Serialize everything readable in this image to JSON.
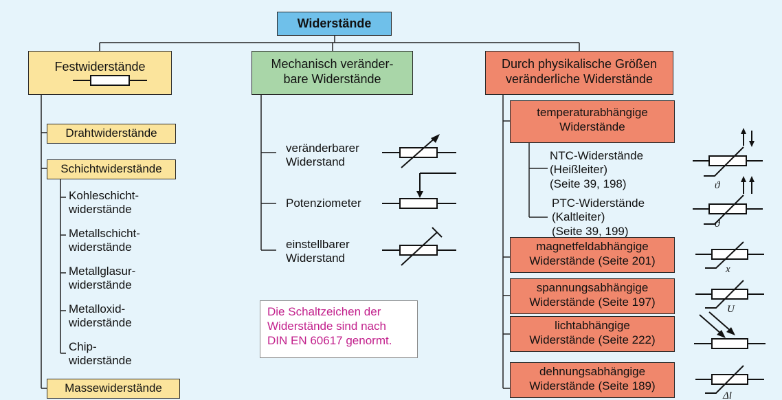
{
  "root": {
    "title": "Widerstände"
  },
  "categories": {
    "fixed": {
      "title": "Festwiderstände"
    },
    "mechanical": {
      "title": "Mechanisch veränder-\nbare Widerstände"
    },
    "physical": {
      "title": "Durch physikalische Größen\nveränderliche Widerstände"
    }
  },
  "fixed_items": {
    "wire": "Drahtwiderstände",
    "film": "Schichtwiderstände",
    "film_subtypes": [
      "Kohleschicht-\nwiderstände",
      "Metallschicht-\nwiderstände",
      "Metallglasur-\nwiderstände",
      "Metalloxid-\nwiderstände",
      "Chip-\nwiderstände"
    ],
    "mass": "Massewiderstände"
  },
  "mechanical_items": [
    {
      "label": "veränderbarer\nWiderstand",
      "symbol": "variable-resistor"
    },
    {
      "label": "Potenziometer",
      "symbol": "potentiometer"
    },
    {
      "label": "einstellbarer\nWiderstand",
      "symbol": "preset-resistor"
    }
  ],
  "note": "Die Schaltzeichen der\nWiderstände sind nach\nDIN EN 60617 genormt.",
  "physical_items": {
    "temperature": {
      "title": "temperaturabhängige\nWiderstände",
      "ntc": {
        "label": "NTC-Widerstände\n(Heißleiter)\n(Seite 39, 198)",
        "symbol_letter": "ϑ"
      },
      "ptc": {
        "label": "PTC-Widerstände\n(Kaltleiter)\n(Seite 39, 199)",
        "symbol_letter": "ϑ"
      }
    },
    "magnetic": {
      "label": "magnetfeldabhängige\nWiderstände (Seite 201)",
      "symbol_letter": "x"
    },
    "voltage": {
      "label": "spannungsabhängige\nWiderstände (Seite 197)",
      "symbol_letter": "U"
    },
    "light": {
      "label": "lichtabhängige\nWiderstände (Seite 222)"
    },
    "strain": {
      "label": "dehnungsabhängige\nWiderstände (Seite 189)",
      "symbol_letter": "Δl"
    }
  },
  "colors": {
    "background": "#e6f4fb",
    "root_box": "#6fc0ea",
    "fixed_boxes": "#fbe49c",
    "mechanical_box": "#a9d6a8",
    "physical_boxes": "#f0876c",
    "note_text": "#c2208c"
  }
}
